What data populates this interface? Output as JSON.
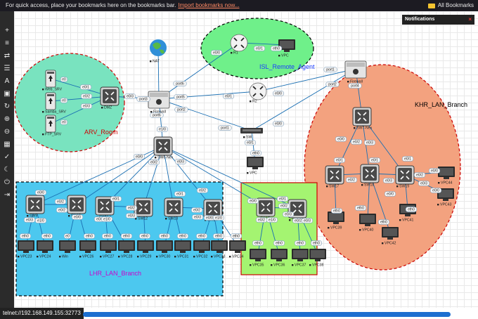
{
  "bookmarks_bar": {
    "message": "For quick access, place your bookmarks here on the bookmarks bar.",
    "import_link": "Import bookmarks now...",
    "all_bookmarks": "All Bookmarks"
  },
  "notifications": {
    "title": "Notifications",
    "close": "×"
  },
  "status": {
    "connection": "telnet://192.168.149.155:32773"
  },
  "toolbar_icons": [
    "add-icon",
    "layers-icon",
    "swap-icon",
    "list-icon",
    "text-icon",
    "image-icon",
    "refresh-icon",
    "zoom-in-icon",
    "zoom-out-icon",
    "grid-icon",
    "check-icon",
    "moon-icon",
    "power-icon",
    "logout-icon"
  ],
  "zones": [
    {
      "id": "arv",
      "label": "ARV_Room",
      "fill": "#79e3bf",
      "stroke": "#cc0000",
      "color": "#cc0000"
    },
    {
      "id": "isl",
      "label": "ISL_Remote_Agent",
      "fill": "#6ff08a",
      "stroke": "#000000",
      "color": "#1a3cff"
    },
    {
      "id": "khr",
      "label": "KHR_LAN_Branch",
      "fill": "#f3a27f",
      "stroke": "#cc0000",
      "color": "#000000"
    },
    {
      "id": "lhr",
      "label": "LHR_LAN_Branch",
      "fill": "#4cc8ef",
      "stroke": "#000000",
      "color": "#cc00cc"
    },
    {
      "id": "sw15",
      "label": "",
      "fill": "#a4f471",
      "stroke": "#cc0000",
      "color": "#000000"
    }
  ],
  "devices": [
    {
      "id": "NAT",
      "label": "NAT",
      "type": "cloud"
    },
    {
      "id": "Web_SRV",
      "label": "Web_SRV",
      "type": "server"
    },
    {
      "id": "Samba_SRV",
      "label": "Samba_SRV",
      "type": "server"
    },
    {
      "id": "FTP_SRV",
      "label": "FTP_SRV",
      "type": "server"
    },
    {
      "id": "DMZ",
      "label": "DMZ",
      "type": "switch"
    },
    {
      "id": "Firewall",
      "label": "Firewall",
      "type": "firewall"
    },
    {
      "id": "R1",
      "label": "R1",
      "type": "router"
    },
    {
      "id": "VPC_isl",
      "label": "VPC",
      "type": "vpc"
    },
    {
      "id": "R2",
      "label": "R2",
      "type": "router"
    },
    {
      "id": "SW",
      "label": "SW",
      "type": "l2"
    },
    {
      "id": "VPC_sw",
      "label": "VPC",
      "type": "vpc"
    },
    {
      "id": "Firewall_khr",
      "label": "Firewall",
      "type": "firewall"
    },
    {
      "id": "SW7",
      "label": "SW7-Nex",
      "type": "switch"
    },
    {
      "id": "SW17",
      "label": "SW17",
      "type": "switch"
    },
    {
      "id": "SW18",
      "label": "SW18",
      "type": "switch"
    },
    {
      "id": "SW19",
      "label": "SW19",
      "type": "switch"
    },
    {
      "id": "VPC44",
      "label": "VPC44",
      "type": "vpc"
    },
    {
      "id": "VPC43",
      "label": "VPC43",
      "type": "vpc"
    },
    {
      "id": "VPC41",
      "label": "VPC41",
      "type": "vpc"
    },
    {
      "id": "VPC40",
      "label": "VPC40",
      "type": "vpc"
    },
    {
      "id": "VPC42",
      "label": "VPC42",
      "type": "vpc"
    },
    {
      "id": "VPC39",
      "label": "VPC39",
      "type": "vpc"
    },
    {
      "id": "SW6",
      "label": "SW6-Nex",
      "type": "switch"
    },
    {
      "id": "SW9",
      "label": "SW9",
      "type": "switch"
    },
    {
      "id": "SW10",
      "label": "SW10",
      "type": "switch"
    },
    {
      "id": "SW11",
      "label": "SW11",
      "type": "switch"
    },
    {
      "id": "SW12",
      "label": "SW12",
      "type": "switch"
    },
    {
      "id": "SW13",
      "label": "SW13",
      "type": "switch"
    },
    {
      "id": "SW14",
      "label": "SW14",
      "type": "switch"
    },
    {
      "id": "SW15",
      "label": "SW15",
      "type": "switch"
    },
    {
      "id": "SW16",
      "label": "SW16",
      "type": "switch"
    },
    {
      "id": "VPC23",
      "label": "VPC23",
      "type": "vpc"
    },
    {
      "id": "VPC24",
      "label": "VPC24",
      "type": "vpc"
    },
    {
      "id": "Win",
      "label": "Win",
      "type": "vpc"
    },
    {
      "id": "VPC26",
      "label": "VPC26",
      "type": "vpc"
    },
    {
      "id": "VPC27",
      "label": "VPC27",
      "type": "vpc"
    },
    {
      "id": "VPC28",
      "label": "VPC28",
      "type": "vpc"
    },
    {
      "id": "VPC29",
      "label": "VPC29",
      "type": "vpc"
    },
    {
      "id": "VPC30",
      "label": "VPC30",
      "type": "vpc"
    },
    {
      "id": "VPC31",
      "label": "VPC31",
      "type": "vpc"
    },
    {
      "id": "VPC32",
      "label": "VPC32",
      "type": "vpc"
    },
    {
      "id": "VPC33",
      "label": "VPC33",
      "type": "vpc"
    },
    {
      "id": "VPC34",
      "label": "VPC34",
      "type": "vpc"
    },
    {
      "id": "VPC35",
      "label": "VPC35",
      "type": "vpc"
    },
    {
      "id": "VPC36",
      "label": "VPC36",
      "type": "vpc"
    },
    {
      "id": "VPC37",
      "label": "VPC37",
      "type": "vpc"
    },
    {
      "id": "VPC38",
      "label": "VPC38",
      "type": "vpc"
    }
  ],
  "ports": [
    "e0",
    "e0/0",
    "e0/1",
    "e0/2",
    "e0/3",
    "e1/0",
    "port1",
    "port2",
    "port3",
    "port4",
    "port5",
    "port6",
    "eth0"
  ]
}
